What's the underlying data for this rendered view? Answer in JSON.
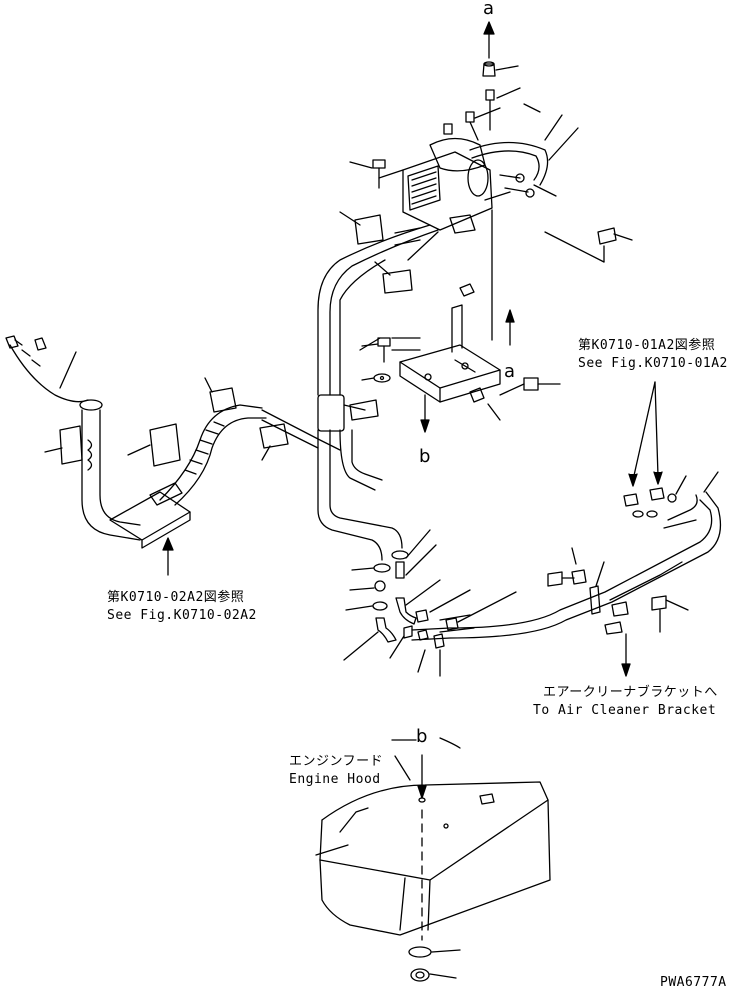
{
  "references": {
    "a_top": "a",
    "a_mid": "a",
    "b_mid": "b",
    "b_bottom": "b"
  },
  "callouts": {
    "k0710_01a2_jp": "第K0710-01A2図参照",
    "k0710_01a2_en": "See Fig.K0710-01A2",
    "k0710_02a2_jp": "第K0710-02A2図参照",
    "k0710_02a2_en": "See Fig.K0710-02A2",
    "air_cleaner_jp": "エアークリーナブラケットへ",
    "air_cleaner_en": "To Air Cleaner Bracket",
    "engine_hood_jp": "エンジンフード",
    "engine_hood_en": "Engine Hood"
  },
  "drawing_id": "PWA6777A",
  "colors": {
    "line": "#000000",
    "background": "#ffffff"
  }
}
